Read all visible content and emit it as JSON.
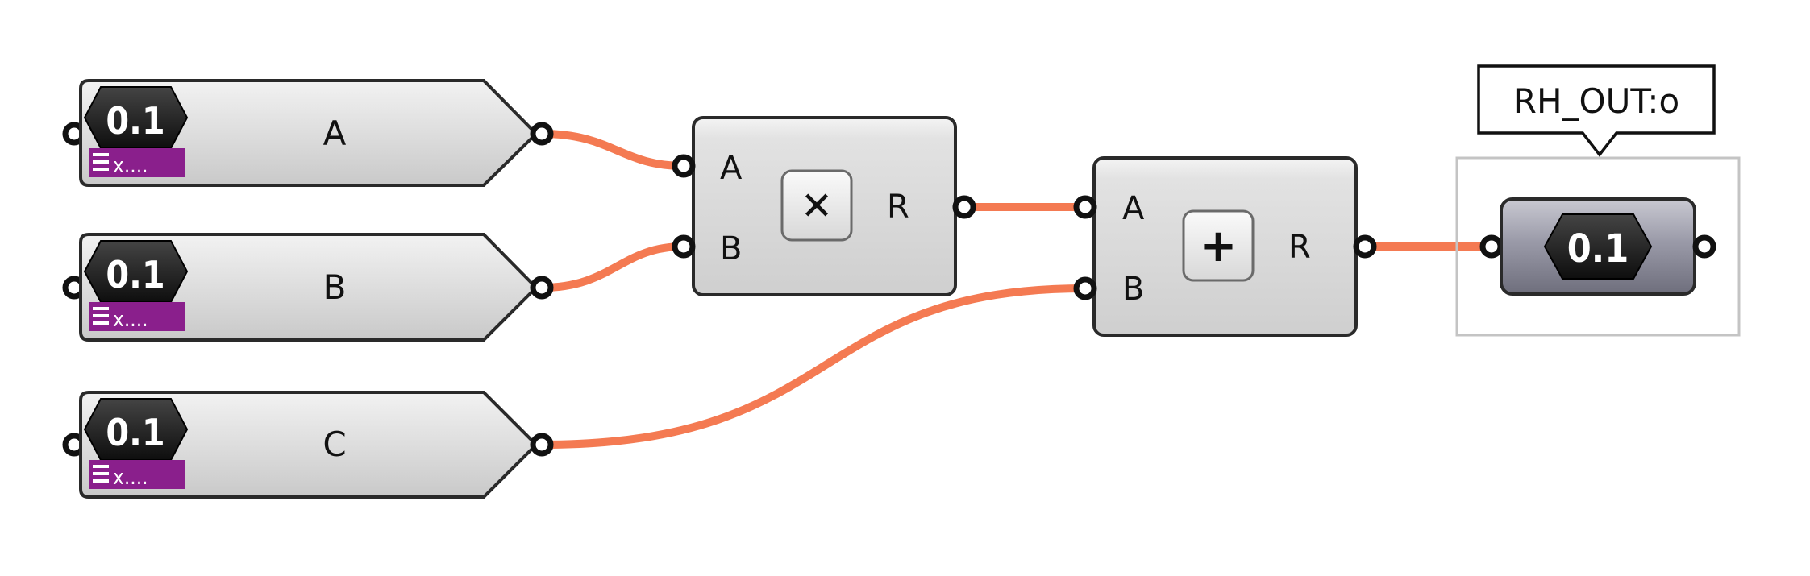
{
  "wire_color": "#f47a52",
  "number_sliders": [
    {
      "id": "slider-a",
      "label": "A",
      "icon_text": "0.1",
      "tag_text": "x...."
    },
    {
      "id": "slider-b",
      "label": "B",
      "icon_text": "0.1",
      "tag_text": "x...."
    },
    {
      "id": "slider-c",
      "label": "C",
      "icon_text": "0.1",
      "tag_text": "x...."
    }
  ],
  "multiplication": {
    "inputs": [
      "A",
      "B"
    ],
    "output": "R",
    "symbol": "✕"
  },
  "addition": {
    "inputs": [
      "A",
      "B"
    ],
    "output": "R",
    "symbol": "+"
  },
  "output_param": {
    "tooltip": "RH_OUT:o",
    "icon_text": "0.1"
  },
  "colors": {
    "tag_purple": "#8a1f8c",
    "param_dark": "#6e6e7c",
    "hex_black": "#141414"
  }
}
